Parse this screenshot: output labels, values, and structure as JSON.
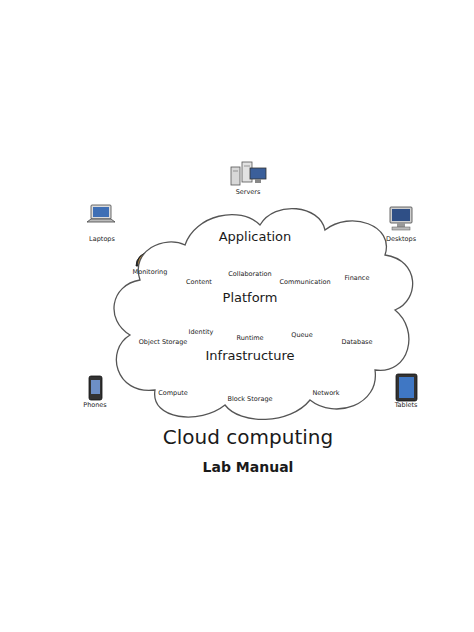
{
  "diagram": {
    "title": "Cloud computing",
    "caption": "Lab Manual",
    "nodes": [
      {
        "text": [
          "Application",
          "Platform",
          "Infrastructure"
        ]
      }
    ],
    "labels": [
      "Servers",
      "Laptops",
      "Desktops",
      "Monitoring",
      "Content",
      "Collaboration",
      "Communication",
      "Finance",
      "Object Storage",
      "Identity",
      "Runtime",
      "Queue",
      "Database",
      "Compute",
      "Block Storage",
      "Network",
      "Phones",
      "Tablets"
    ]
  }
}
